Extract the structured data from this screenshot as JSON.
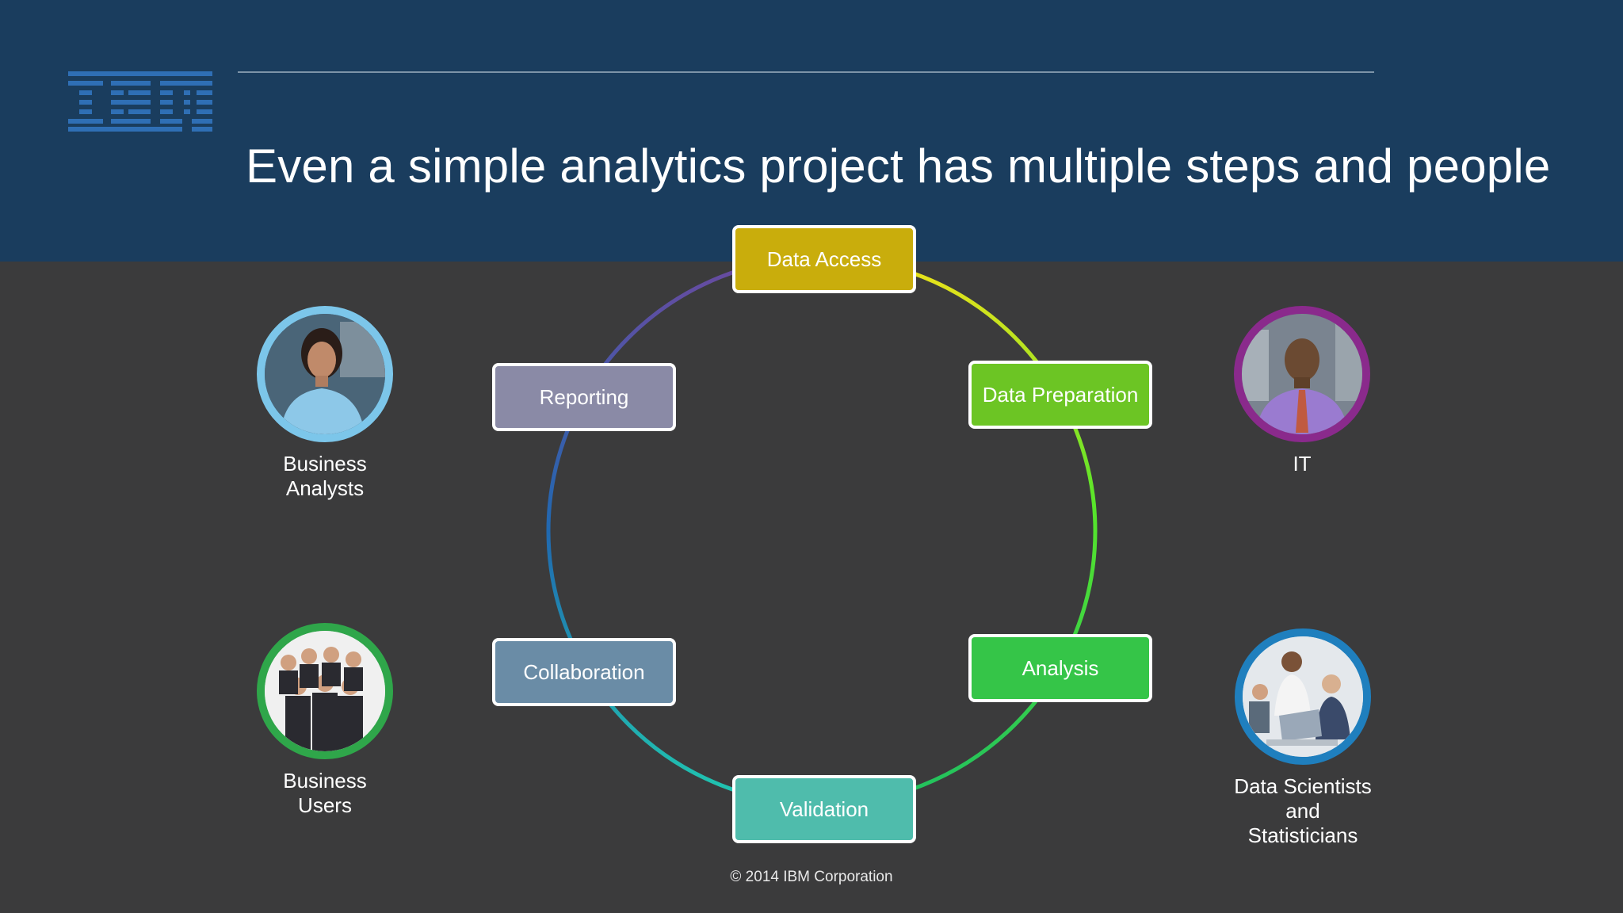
{
  "slide": {
    "title": "Even a simple analytics project has multiple steps and people",
    "footer": "© 2014 IBM Corporation",
    "logo_text": "IBM"
  },
  "steps": [
    {
      "label": "Data Access",
      "color": "#c9ad0c"
    },
    {
      "label": "Data Preparation",
      "color": "#6cc524"
    },
    {
      "label": "Analysis",
      "color": "#35c548"
    },
    {
      "label": "Validation",
      "color": "#4fbcac"
    },
    {
      "label": "Collaboration",
      "color": "#6a8ca6"
    },
    {
      "label": "Reporting",
      "color": "#8a8aa6"
    }
  ],
  "personas": [
    {
      "label_lines": [
        "Business",
        "Analysts"
      ],
      "ring_color": "#7cc6ea",
      "icon": "woman-portrait"
    },
    {
      "label_lines": [
        "IT"
      ],
      "ring_color": "#8a2a8c",
      "icon": "man-portrait"
    },
    {
      "label_lines": [
        "Business",
        "Users"
      ],
      "ring_color": "#2fa64a",
      "icon": "group-photo"
    },
    {
      "label_lines": [
        "Data Scientists",
        "and",
        "Statisticians"
      ],
      "ring_color": "#1f7fbe",
      "icon": "team-at-computer"
    }
  ]
}
